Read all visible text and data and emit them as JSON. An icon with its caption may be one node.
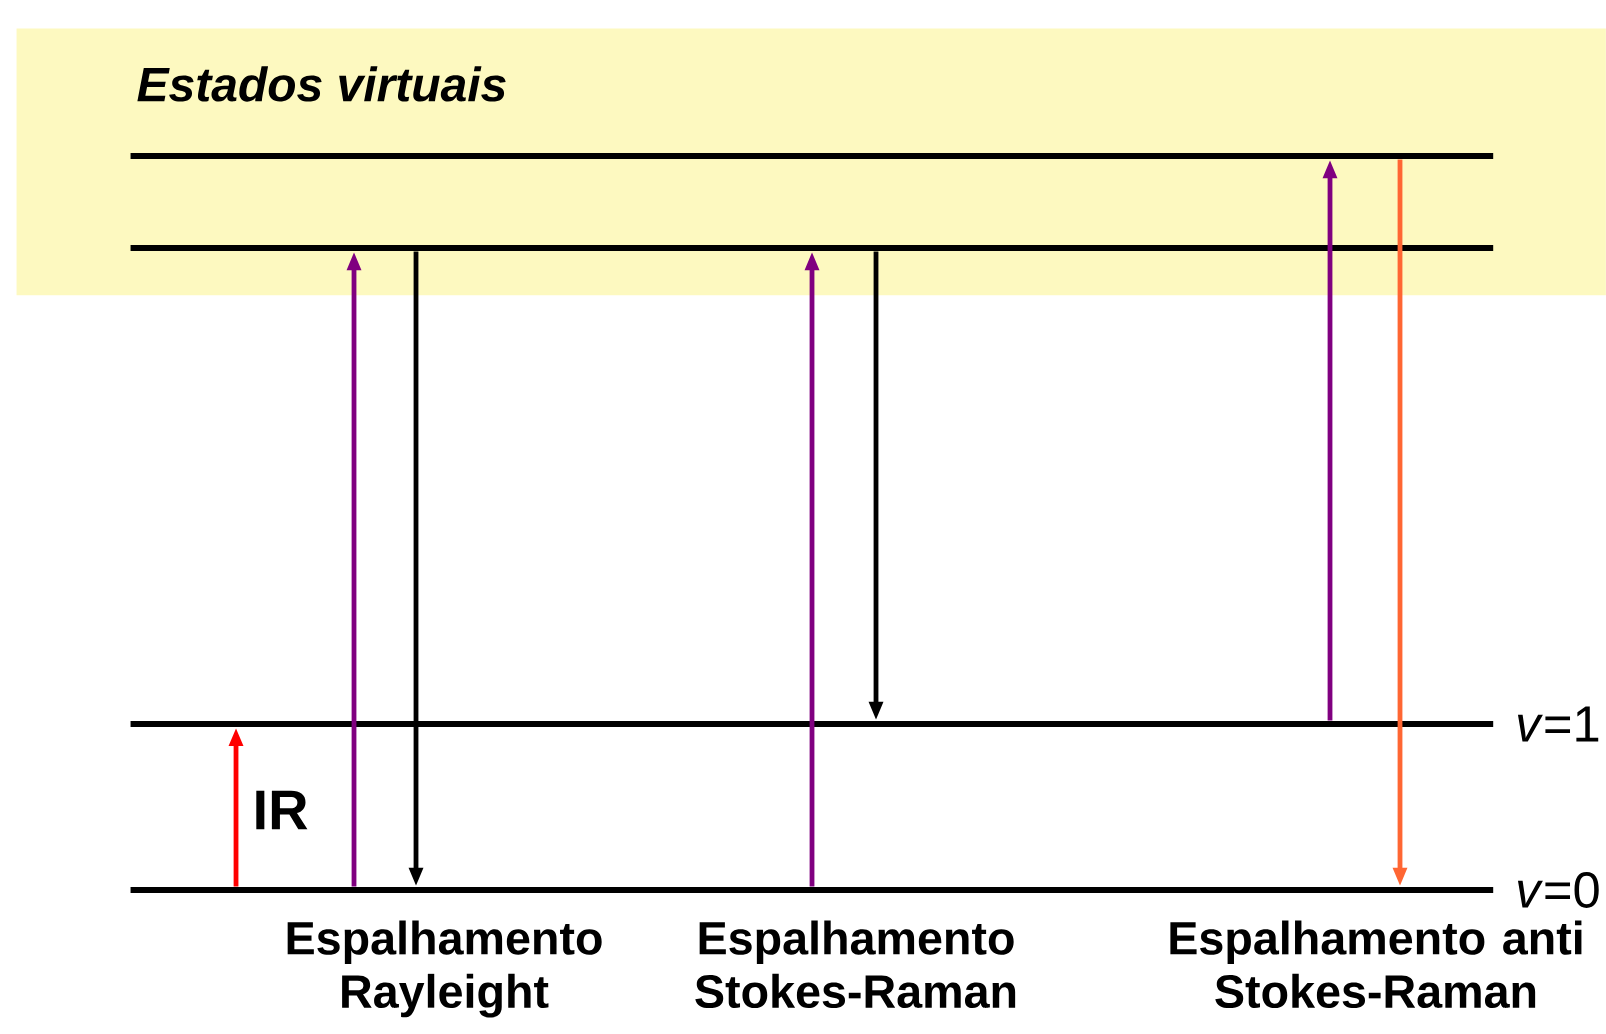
{
  "diagram": {
    "nodes": [
      {
        "text": [
          "Estados virtuais"
        ]
      },
      {
        "text": [],
        "shape": "bar",
        "in": 0
      },
      {
        "text": [],
        "shape": "bar",
        "in": 0
      },
      {
        "text": [],
        "shape": "bar",
        "beside": [
          "*v*=1"
        ]
      },
      {
        "text": [],
        "shape": "bar",
        "beside": [
          "*v*=0"
        ]
      }
    ],
    "edges": [
      {
        "from": 4,
        "to": 3,
        "arrow": "to",
        "color": "#ff0000"
      },
      {
        "from": 4,
        "to": 2,
        "arrow": "to",
        "color": "#800080"
      },
      {
        "from": 2,
        "to": 4,
        "arrow": "to",
        "color": "#000000"
      },
      {
        "from": 4,
        "to": 2,
        "arrow": "to",
        "color": "#800080"
      },
      {
        "from": 2,
        "to": 3,
        "arrow": "to",
        "color": "#000000"
      },
      {
        "from": 3,
        "to": 1,
        "arrow": "to",
        "color": "#800080"
      },
      {
        "from": 1,
        "to": 4,
        "arrow": "to",
        "color": "#ff6633"
      }
    ],
    "labels": [
      "IR",
      "Espalhamento Rayleight",
      "Espalhamento Stokes-Raman",
      "Espalhamento anti Stokes-Raman"
    ]
  }
}
